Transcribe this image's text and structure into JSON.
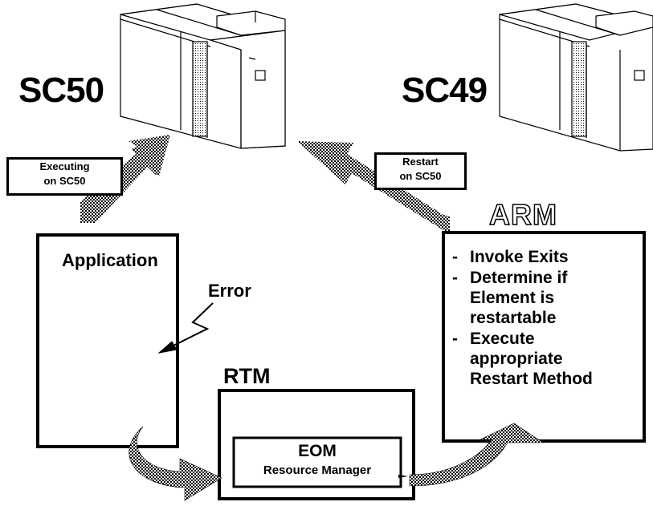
{
  "systems": {
    "left": {
      "label": "SC50"
    },
    "right": {
      "label": "SC49"
    }
  },
  "callouts": {
    "executing": {
      "line1": "Executing",
      "line2": "on SC50"
    },
    "restart": {
      "line1": "Restart",
      "line2": "on SC50"
    }
  },
  "application": {
    "title": "Application",
    "error_label": "Error"
  },
  "rtm": {
    "label": "RTM",
    "eom_title": "EOM",
    "eom_subtitle": "Resource Manager"
  },
  "arm": {
    "label": "ARM",
    "items": [
      {
        "dash": "-",
        "text": "Invoke Exits"
      },
      {
        "dash": "-",
        "text": "Determine if Element is restartable"
      },
      {
        "dash": "-",
        "text": "Execute appropriate Restart Method"
      }
    ]
  },
  "colors": {
    "line": "#000000",
    "fill": "#ffffff",
    "hatch": "#555555"
  }
}
